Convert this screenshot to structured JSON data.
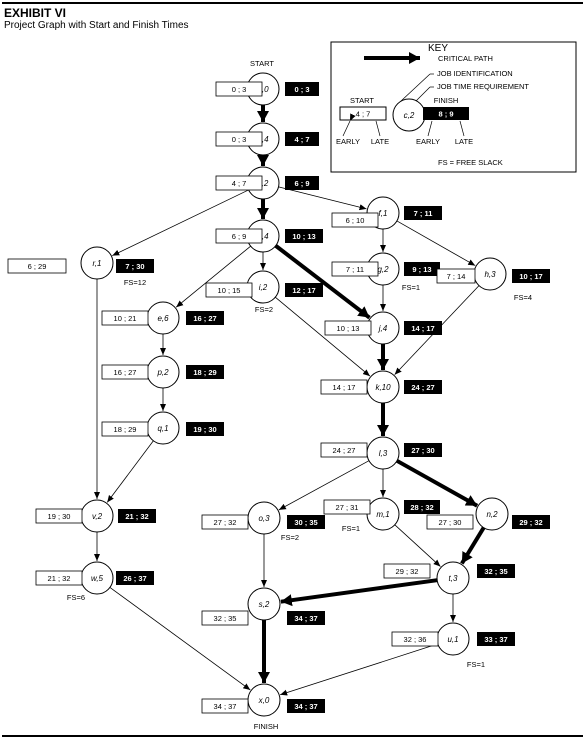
{
  "header": {
    "title": "EXHIBIT VI",
    "subtitle": "Project Graph with Start and Finish Times"
  },
  "labels": {
    "start": "START",
    "finish": "FINISH"
  },
  "key": {
    "title": "KEY",
    "critical_path": "CRITICAL PATH",
    "job_identification": "JOB IDENTIFICATION",
    "job_time_requirement": "JOB TIME REQUIREMENT",
    "start": "START",
    "finish": "FINISH",
    "sample_node": "c,2",
    "sample_start": "4 ; 7",
    "sample_finish": "8 ; 9",
    "early": "EARLY",
    "late": "LATE",
    "fs_legend": "FS = FREE SLACK"
  },
  "nodes": [
    {
      "id": "a",
      "label": "a,0",
      "start": "0 ; 3",
      "finish": "0 ; 3"
    },
    {
      "id": "b",
      "label": "b,4",
      "start": "0 ; 3",
      "finish": "4 ; 7"
    },
    {
      "id": "c",
      "label": "c,2",
      "start": "4 ; 7",
      "finish": "6 ; 9"
    },
    {
      "id": "d",
      "label": "d,4",
      "start": "6 ; 9",
      "finish": "10 ; 13"
    },
    {
      "id": "f",
      "label": "f,1",
      "start": "6 ; 10",
      "finish": "7 ; 11"
    },
    {
      "id": "r",
      "label": "r,1",
      "start": "6 ; 29",
      "finish": "7 ; 30",
      "fs": "FS=12"
    },
    {
      "id": "g",
      "label": "g,2",
      "start": "7 ; 11",
      "finish": "9 ; 13",
      "fs": "FS=1"
    },
    {
      "id": "h",
      "label": "h,3",
      "start": "7 ; 14",
      "finish": "10 ; 17",
      "fs": "FS=4"
    },
    {
      "id": "i",
      "label": "i,2",
      "start": "10 ; 15",
      "finish": "12 ; 17",
      "fs": "FS=2"
    },
    {
      "id": "e",
      "label": "e,6",
      "start": "10 ; 21",
      "finish": "16 ; 27"
    },
    {
      "id": "j",
      "label": "j,4",
      "start": "10 ; 13",
      "finish": "14 ; 17"
    },
    {
      "id": "p",
      "label": "p,2",
      "start": "16 ; 27",
      "finish": "18 ; 29"
    },
    {
      "id": "k",
      "label": "k,10",
      "start": "14 ; 17",
      "finish": "24 ; 27"
    },
    {
      "id": "q",
      "label": "q,1",
      "start": "18 ; 29",
      "finish": "19 ; 30"
    },
    {
      "id": "l",
      "label": "l,3",
      "start": "24 ; 27",
      "finish": "27 ; 30"
    },
    {
      "id": "v",
      "label": "v,2",
      "start": "19 ; 30",
      "finish": "21 ; 32"
    },
    {
      "id": "o",
      "label": "o,3",
      "start": "27 ; 32",
      "finish": "30 ; 35",
      "fs": "FS=2"
    },
    {
      "id": "m",
      "label": "m,1",
      "start": "27 ; 31",
      "finish": "28 ; 32",
      "fs": "FS=1"
    },
    {
      "id": "n",
      "label": "n,2",
      "start": "27 ; 30",
      "finish": "29 ; 32"
    },
    {
      "id": "w",
      "label": "w,5",
      "start": "21 ; 32",
      "finish": "26 ; 37",
      "fs": "FS=6"
    },
    {
      "id": "t",
      "label": "t,3",
      "start": "29 ; 32",
      "finish": "32 ; 35"
    },
    {
      "id": "s",
      "label": "s,2",
      "start": "32 ; 35",
      "finish": "34 ; 37"
    },
    {
      "id": "u",
      "label": "u,1",
      "start": "32 ; 36",
      "finish": "33 ; 37",
      "fs": "FS=1"
    },
    {
      "id": "x",
      "label": "x,0",
      "start": "34 ; 37",
      "finish": "34 ; 37"
    }
  ],
  "edges": [
    {
      "from": "a",
      "to": "b",
      "critical": true
    },
    {
      "from": "b",
      "to": "c",
      "critical": true
    },
    {
      "from": "c",
      "to": "d",
      "critical": true
    },
    {
      "from": "c",
      "to": "f",
      "critical": false
    },
    {
      "from": "c",
      "to": "r",
      "critical": false
    },
    {
      "from": "d",
      "to": "i",
      "critical": false
    },
    {
      "from": "d",
      "to": "e",
      "critical": false
    },
    {
      "from": "d",
      "to": "j",
      "critical": true
    },
    {
      "from": "f",
      "to": "g",
      "critical": false
    },
    {
      "from": "f",
      "to": "h",
      "critical": false
    },
    {
      "from": "g",
      "to": "j",
      "critical": false
    },
    {
      "from": "h",
      "to": "k",
      "critical": false
    },
    {
      "from": "i",
      "to": "k",
      "critical": false
    },
    {
      "from": "j",
      "to": "k",
      "critical": true
    },
    {
      "from": "e",
      "to": "p",
      "critical": false
    },
    {
      "from": "p",
      "to": "q",
      "critical": false
    },
    {
      "from": "q",
      "to": "v",
      "critical": false
    },
    {
      "from": "r",
      "to": "v",
      "critical": false
    },
    {
      "from": "k",
      "to": "l",
      "critical": true
    },
    {
      "from": "l",
      "to": "o",
      "critical": false
    },
    {
      "from": "l",
      "to": "m",
      "critical": false
    },
    {
      "from": "l",
      "to": "n",
      "critical": true
    },
    {
      "from": "v",
      "to": "w",
      "critical": false
    },
    {
      "from": "o",
      "to": "s",
      "critical": false
    },
    {
      "from": "m",
      "to": "t",
      "critical": false
    },
    {
      "from": "n",
      "to": "t",
      "critical": true
    },
    {
      "from": "t",
      "to": "s",
      "critical": true
    },
    {
      "from": "t",
      "to": "u",
      "critical": false
    },
    {
      "from": "s",
      "to": "x",
      "critical": true
    },
    {
      "from": "w",
      "to": "x",
      "critical": false
    },
    {
      "from": "u",
      "to": "x",
      "critical": false
    }
  ]
}
